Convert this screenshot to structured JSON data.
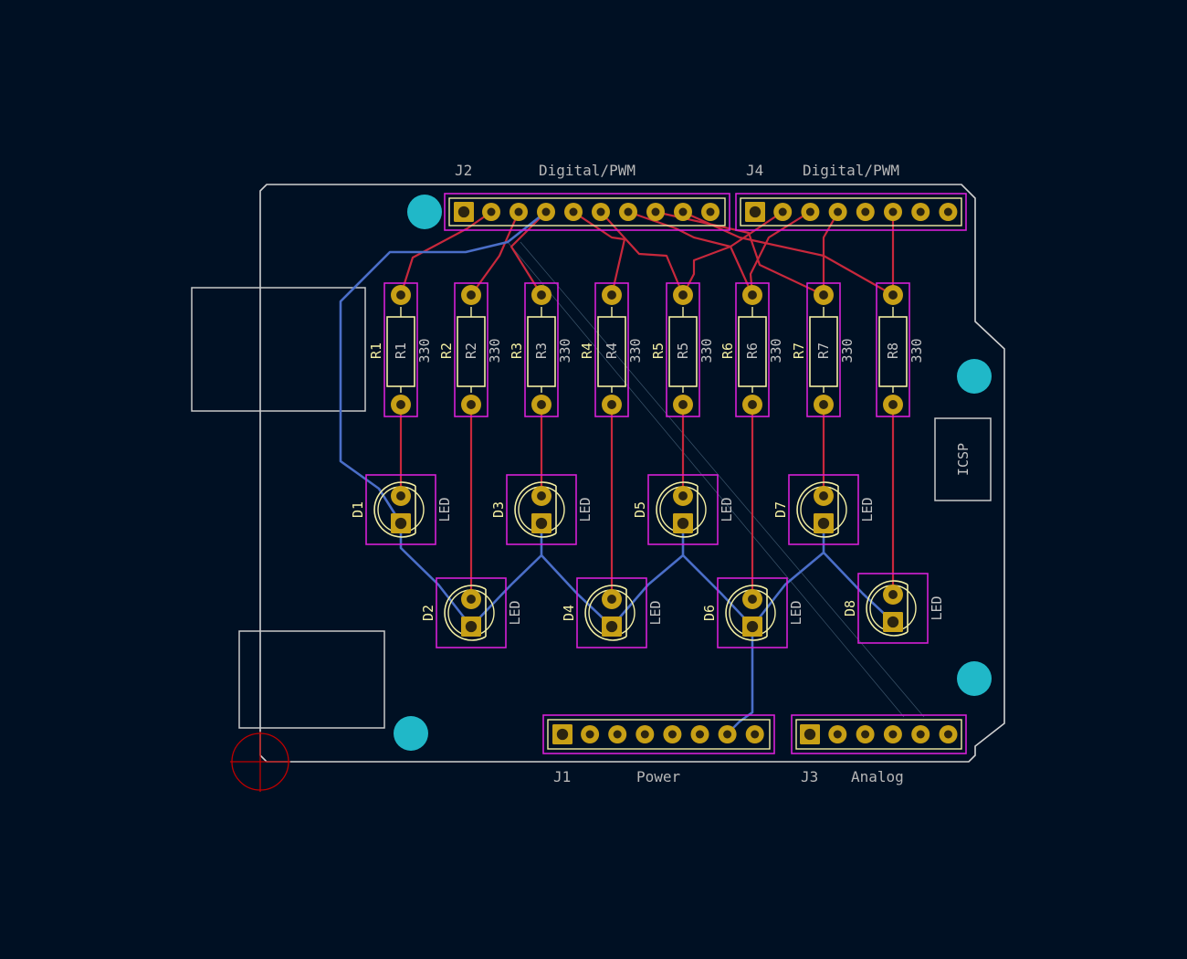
{
  "headers": {
    "j2": {
      "ref": "J2",
      "label": "Digital/PWM"
    },
    "j4": {
      "ref": "J4",
      "label": "Digital/PWM"
    },
    "j1": {
      "ref": "J1",
      "label": "Power"
    },
    "j3": {
      "ref": "J3",
      "label": "Analog"
    }
  },
  "icsp_label": "ICSP",
  "resistors": [
    {
      "ref": "R1",
      "value": "330"
    },
    {
      "ref": "R2",
      "value": "330"
    },
    {
      "ref": "R3",
      "value": "330"
    },
    {
      "ref": "R4",
      "value": "330"
    },
    {
      "ref": "R5",
      "value": "330"
    },
    {
      "ref": "R6",
      "value": "330"
    },
    {
      "ref": "R7",
      "value": "330"
    },
    {
      "ref": "R8",
      "value": "330"
    }
  ],
  "leds": [
    {
      "ref": "D1",
      "value": "LED"
    },
    {
      "ref": "D2",
      "value": "LED"
    },
    {
      "ref": "D3",
      "value": "LED"
    },
    {
      "ref": "D4",
      "value": "LED"
    },
    {
      "ref": "D5",
      "value": "LED"
    },
    {
      "ref": "D6",
      "value": "LED"
    },
    {
      "ref": "D7",
      "value": "LED"
    },
    {
      "ref": "D8",
      "value": "LED"
    }
  ],
  "colors": {
    "background": "#001023",
    "board_outline": "#d0d0d0",
    "courtyard": "#d61fd6",
    "pad": "#c8a016",
    "front_copper": "#c8283c",
    "back_copper": "#4a6ec8",
    "mounting_hole": "#20b8c8",
    "silkscreen_ref": "#f2eda1",
    "silkscreen_value": "#c2c2c2",
    "origin_marker": "#c00000"
  }
}
